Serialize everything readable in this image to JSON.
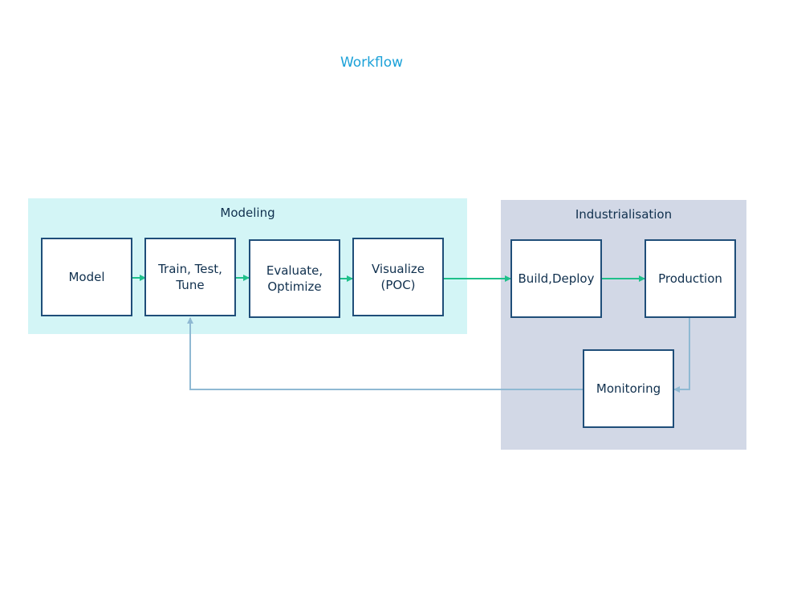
{
  "title": "Workflow",
  "colors": {
    "title": "#1ba1d8",
    "modeling_bg": "#d3f5f6",
    "industrial_bg": "#d2d8e6",
    "node_border": "#1f4e79",
    "flow_arrow": "#1ec08a",
    "feedback_arrow": "#8fb9d3"
  },
  "groups": {
    "modeling": {
      "label": "Modeling"
    },
    "industrialisation": {
      "label": "Industrialisation"
    }
  },
  "nodes": {
    "model": "Model",
    "train": "Train, Test,\nTune",
    "evaluate": "Evaluate,\nOptimize",
    "visualize": "Visualize\n(POC)",
    "build": "Build,Deploy",
    "production": "Production",
    "monitoring": "Monitoring"
  },
  "edges": [
    {
      "from": "model",
      "to": "train",
      "kind": "flow"
    },
    {
      "from": "train",
      "to": "evaluate",
      "kind": "flow"
    },
    {
      "from": "evaluate",
      "to": "visualize",
      "kind": "flow"
    },
    {
      "from": "visualize",
      "to": "build",
      "kind": "flow"
    },
    {
      "from": "build",
      "to": "production",
      "kind": "flow"
    },
    {
      "from": "production",
      "to": "monitoring",
      "kind": "feedback"
    },
    {
      "from": "monitoring",
      "to": "train",
      "kind": "feedback"
    }
  ]
}
